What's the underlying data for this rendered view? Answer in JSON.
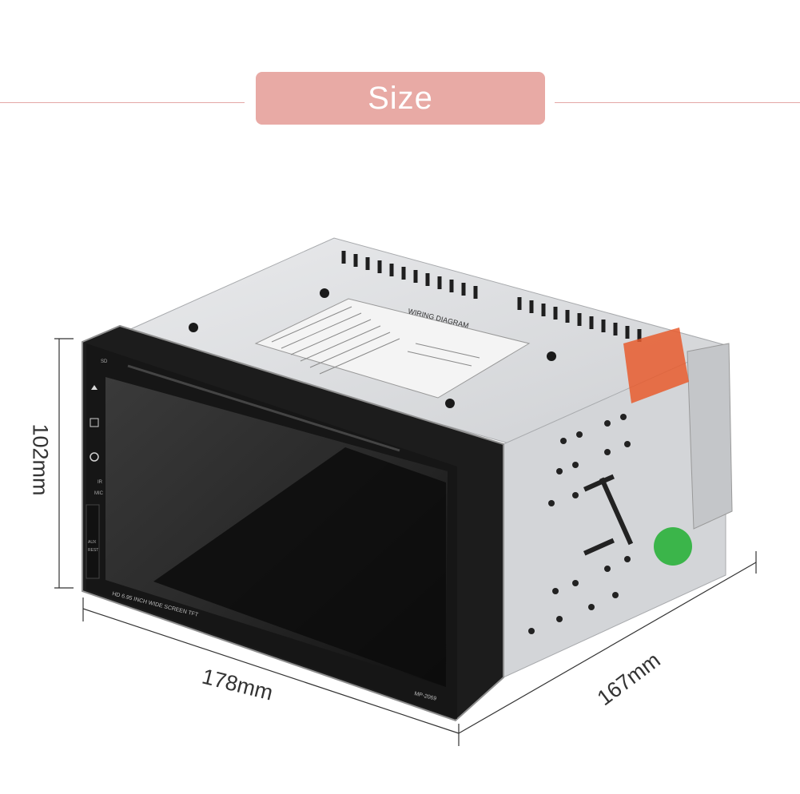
{
  "header": {
    "title": "Size"
  },
  "dimensions": {
    "height": "102mm",
    "width": "178mm",
    "depth": "167mm"
  },
  "device": {
    "top_label": "WIRING DIAGRAM",
    "screen_caption": "HD 6.95 INCH WIDE SCREEN TFT",
    "model": "MP-2069",
    "sd_label": "SD",
    "ir_label": "IR",
    "mic_label": "MIC",
    "aux_label": "AUX",
    "rest_label": "REST"
  },
  "colors": {
    "accent": "#e8aaa5",
    "rule": "#e3a8a6",
    "bezel": "#1c1c1c",
    "chassis": "#d6d8db"
  }
}
